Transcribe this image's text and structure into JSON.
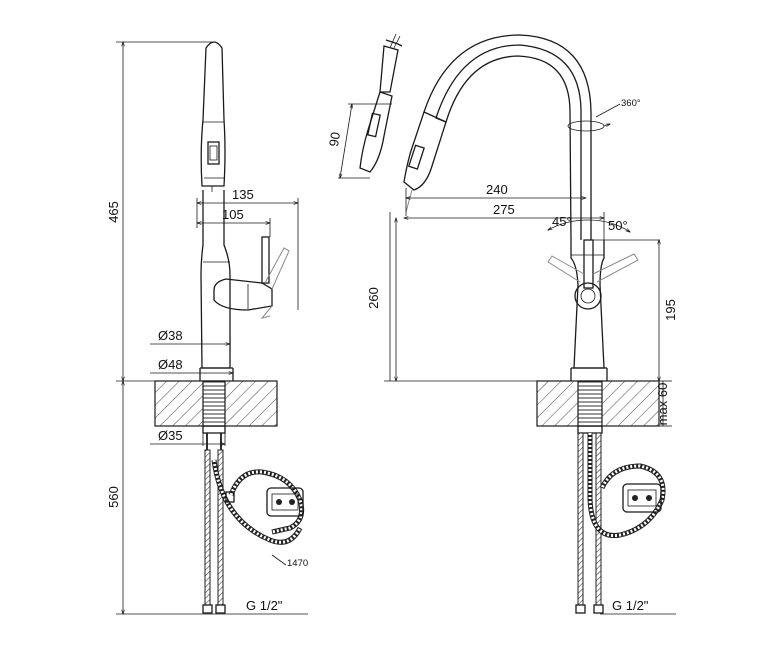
{
  "diagram": {
    "side_view": {
      "dimensions": {
        "total_height": "465",
        "handle_reach_135": "135",
        "handle_reach_105": "105",
        "body_diameter_38": "Ø38",
        "base_diameter_48": "Ø48",
        "mount_hole_35": "Ø35",
        "hose_length_560": "560",
        "flexible_hose_1470": "1470",
        "thread_size": "G 1/2\""
      }
    },
    "front_view": {
      "dimensions": {
        "spray_pull_90": "90",
        "rotation": "360°",
        "spout_reach_240": "240",
        "spout_reach_275": "275",
        "lever_angle_left": "45°",
        "lever_angle_right": "50°",
        "spout_height_260": "260",
        "lever_height_195": "195",
        "max_counter": "max 60",
        "thread_size": "G 1/2\""
      }
    }
  }
}
